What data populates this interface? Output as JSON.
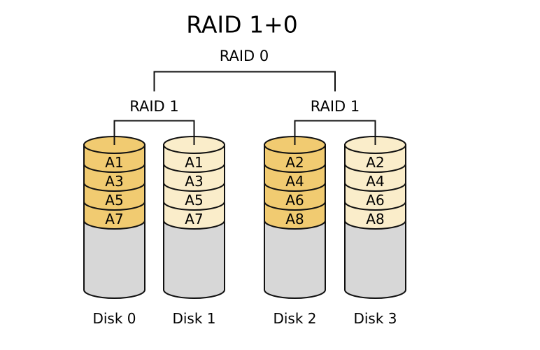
{
  "title": "RAID 1+0",
  "raid0": {
    "label": "RAID 0"
  },
  "raid1_groups": [
    {
      "label": "RAID 1",
      "disks": [
        {
          "label": "Disk 0",
          "blocks": [
            "A1",
            "A3",
            "A5",
            "A7"
          ]
        },
        {
          "label": "Disk 1",
          "blocks": [
            "A1",
            "A3",
            "A5",
            "A7"
          ]
        }
      ]
    },
    {
      "label": "RAID 1",
      "disks": [
        {
          "label": "Disk 2",
          "blocks": [
            "A2",
            "A4",
            "A6",
            "A8"
          ]
        },
        {
          "label": "Disk 3",
          "blocks": [
            "A2",
            "A4",
            "A6",
            "A8"
          ]
        }
      ]
    }
  ],
  "colors": {
    "disk_primary": "#F1CB71",
    "disk_mirror": "#FAEDCA",
    "disk_unused": "#D7D7D7",
    "outline": "#111111",
    "background": "#FFFFFF"
  }
}
